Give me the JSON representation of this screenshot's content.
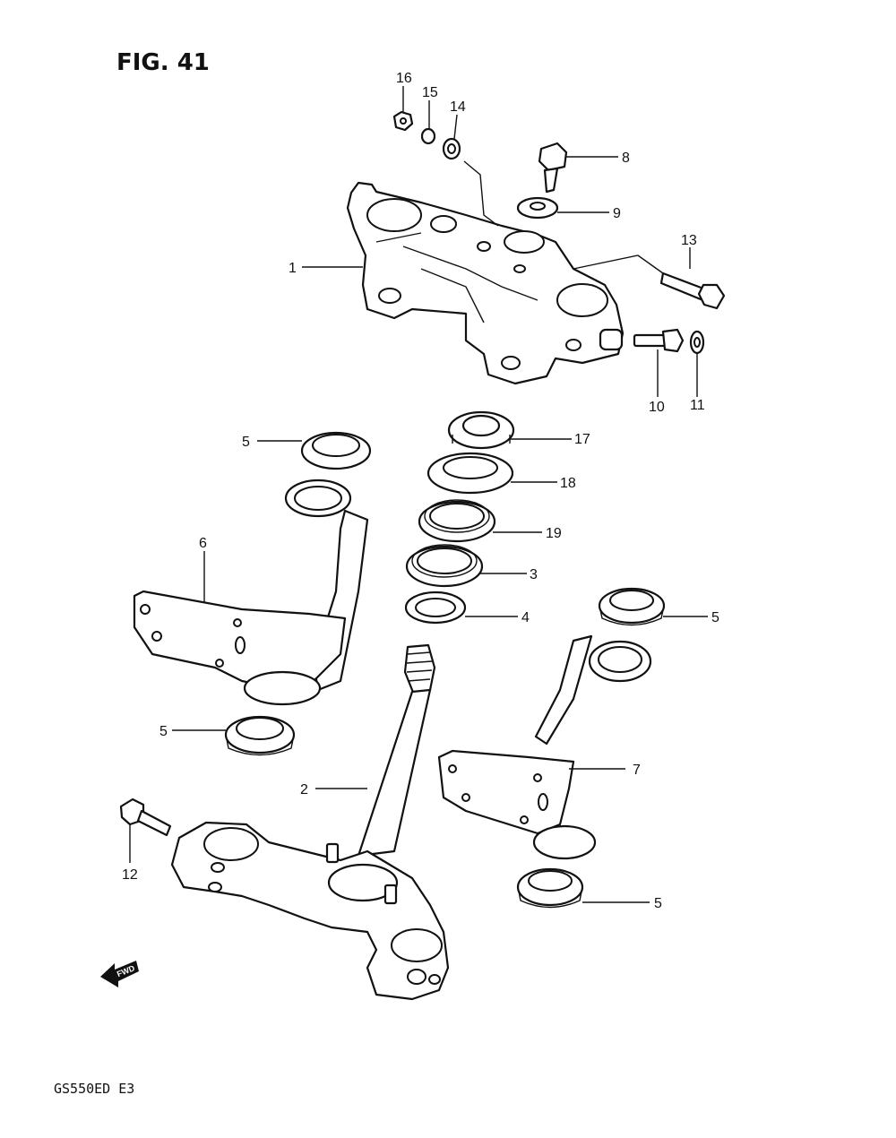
{
  "figure": {
    "title": "FIG. 41",
    "model_code": "GS550ED E3",
    "fwd_label": "FWD"
  },
  "callouts": {
    "c1": "1",
    "c2": "2",
    "c3": "3",
    "c4": "4",
    "c5a": "5",
    "c5b": "5",
    "c5c": "5",
    "c5d": "5",
    "c6": "6",
    "c7": "7",
    "c8": "8",
    "c9": "9",
    "c10": "10",
    "c11": "11",
    "c12": "12",
    "c13": "13",
    "c14": "14",
    "c15": "15",
    "c16": "16",
    "c17": "17",
    "c18": "18",
    "c19": "19"
  }
}
